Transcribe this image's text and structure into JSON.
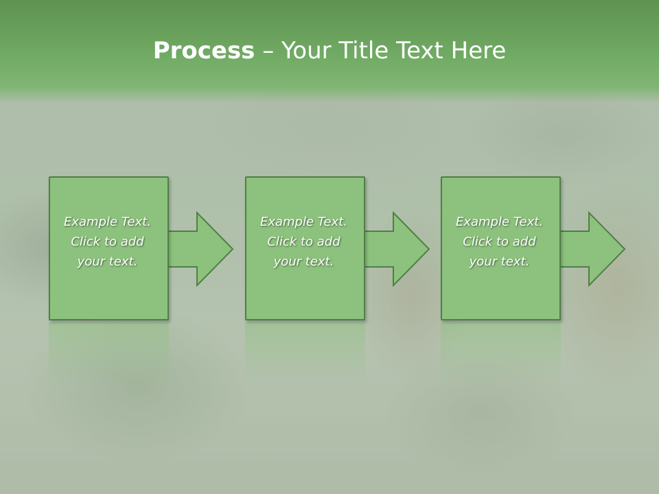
{
  "slide": {
    "title_bold": "Process",
    "title_rest": " – Your Title Text Here"
  },
  "steps": [
    {
      "line1": "Example Text.",
      "line2": "Click  to add",
      "line3": "your text."
    },
    {
      "line1": "Example Text.",
      "line2": "Click  to add",
      "line3": "your text."
    },
    {
      "line1": "Example Text.",
      "line2": "Click  to add",
      "line3": "your text."
    }
  ],
  "colors": {
    "title_band": "#73ad66",
    "box_fill": "#8cc27d",
    "box_border": "#4f7f45"
  },
  "icons": [
    "right-arrow-icon"
  ]
}
